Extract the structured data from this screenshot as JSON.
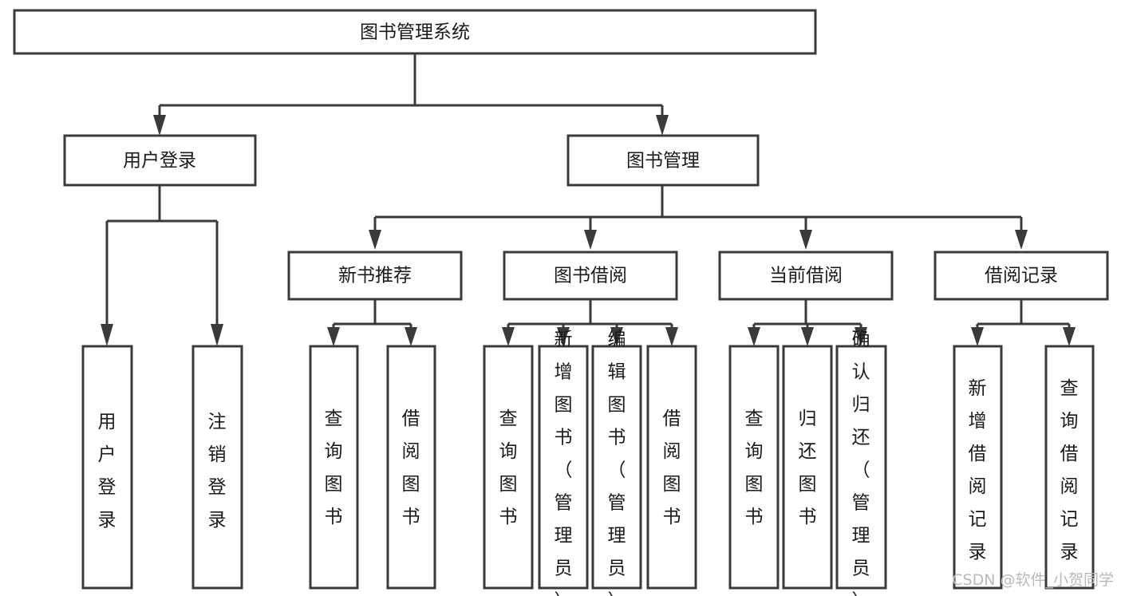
{
  "diagram": {
    "title": "图书管理系统",
    "type": "tree-hierarchy-diagram",
    "colors": {
      "stroke": "#3a3a3a",
      "box_fill": "#ffffff",
      "text": "#1a1a1a",
      "background": "#ffffff",
      "watermark": "#b9b9b9"
    },
    "root": {
      "label": "图书管理系统"
    },
    "level2": [
      {
        "label": "用户登录"
      },
      {
        "label": "图书管理"
      }
    ],
    "level3": [
      {
        "label": "新书推荐"
      },
      {
        "label": "图书借阅"
      },
      {
        "label": "当前借阅"
      },
      {
        "label": "借阅记录"
      }
    ],
    "leaves": {
      "user_login": [
        {
          "label": "用户登录"
        },
        {
          "label": "注销登录"
        }
      ],
      "new_book_recommend": [
        {
          "label": "查询图书"
        },
        {
          "label": "借阅图书"
        }
      ],
      "book_borrow": [
        {
          "label": "查询图书"
        },
        {
          "label": "新增图书（管理员）"
        },
        {
          "label": "编辑图书（管理员）"
        },
        {
          "label": "借阅图书"
        }
      ],
      "current_borrow": [
        {
          "label": "查询图书"
        },
        {
          "label": "归还图书"
        },
        {
          "label": "确认归还（管理员）"
        }
      ],
      "borrow_record": [
        {
          "label": "新增借阅记录"
        },
        {
          "label": "查询借阅记录"
        }
      ]
    }
  },
  "watermark": {
    "text": "CSDN @软件_小贺同学"
  }
}
